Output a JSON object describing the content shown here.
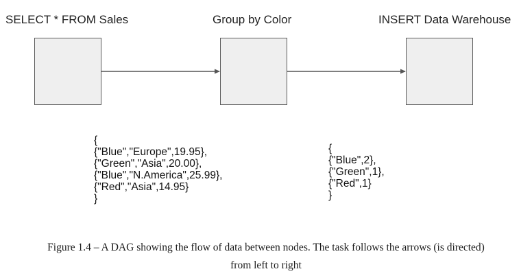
{
  "nodes": [
    {
      "label": "SELECT * FROM Sales"
    },
    {
      "label": "Group by Color"
    },
    {
      "label": "INSERT Data Warehouse"
    }
  ],
  "data_blocks": [
    {
      "lines": [
        "{",
        "{\"Blue\",\"Europe\",19.95},",
        "{\"Green\",\"Asia\",20.00},",
        "{\"Blue\",\"N.America\",25.99},",
        "{\"Red\",\"Asia\",14.95}",
        "}"
      ]
    },
    {
      "lines": [
        "{",
        "{\"Blue\",2},",
        "{\"Green\",1},",
        "{\"Red\",1}",
        "}"
      ]
    }
  ],
  "caption": {
    "line1": "Figure 1.4 – A DAG showing the flow of data between nodes. The task follows the arrows (is directed)",
    "line2": "from left to right"
  },
  "colors": {
    "node_fill": "#efefef",
    "node_border": "#5a5a5a",
    "arrow": "#555555"
  }
}
